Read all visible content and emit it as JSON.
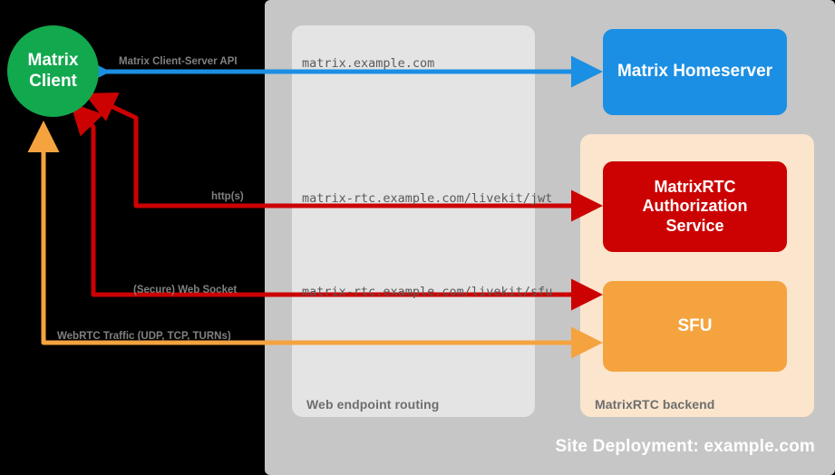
{
  "diagram": {
    "title": "Site Deployment: example.com",
    "background_color": "#000000"
  },
  "panels": {
    "site_deployment": {
      "label": "Site Deployment: example.com",
      "color": "#c6c6c6"
    },
    "web_routing": {
      "label": "Web endpoint routing",
      "color": "#e4e4e4"
    },
    "rtc_backend": {
      "label": "MatrixRTC backend",
      "color": "#fbe5cc"
    }
  },
  "nodes": {
    "matrix_client": {
      "label": "Matrix\nClient",
      "line1": "Matrix",
      "line2": "Client",
      "color": "#12a84e",
      "shape": "circle"
    },
    "matrix_homeserver": {
      "label": "Matrix Homeserver",
      "color": "#1b8fe3",
      "shape": "rounded-rect"
    },
    "auth_service": {
      "line1": "MatrixRTC",
      "line2": "Authorization",
      "line3": "Service",
      "label": "MatrixRTC Authorization Service",
      "color": "#cc0202",
      "shape": "rounded-rect"
    },
    "sfu": {
      "label": "SFU",
      "color": "#f5a33f",
      "shape": "rounded-rect"
    }
  },
  "endpoints": {
    "matrix": "matrix.example.com",
    "jwt": "matrix-rtc.example.com/livekit/jwt",
    "sfu": "matrix-rtc.example.com/livekit/sfu"
  },
  "connections": [
    {
      "name": "matrix-client-server-api",
      "label": "Matrix Client-Server API",
      "color": "#1b8fe3",
      "direction": "bidirectional",
      "endpoint": "matrix.example.com",
      "target": "Matrix Homeserver"
    },
    {
      "name": "https",
      "label": "http(s)",
      "color": "#cc0202",
      "direction": "to-target",
      "endpoint": "matrix-rtc.example.com/livekit/jwt",
      "target": "MatrixRTC Authorization Service"
    },
    {
      "name": "web-socket",
      "label": "(Secure) Web Socket",
      "color": "#cc0202",
      "direction": "to-target",
      "endpoint": "matrix-rtc.example.com/livekit/sfu",
      "target": "SFU"
    },
    {
      "name": "webrtc-traffic",
      "label": "WebRTC Traffic (UDP, TCP, TURNs)",
      "color": "#f5a33f",
      "direction": "to-target",
      "endpoint": "",
      "target": "SFU"
    }
  ]
}
